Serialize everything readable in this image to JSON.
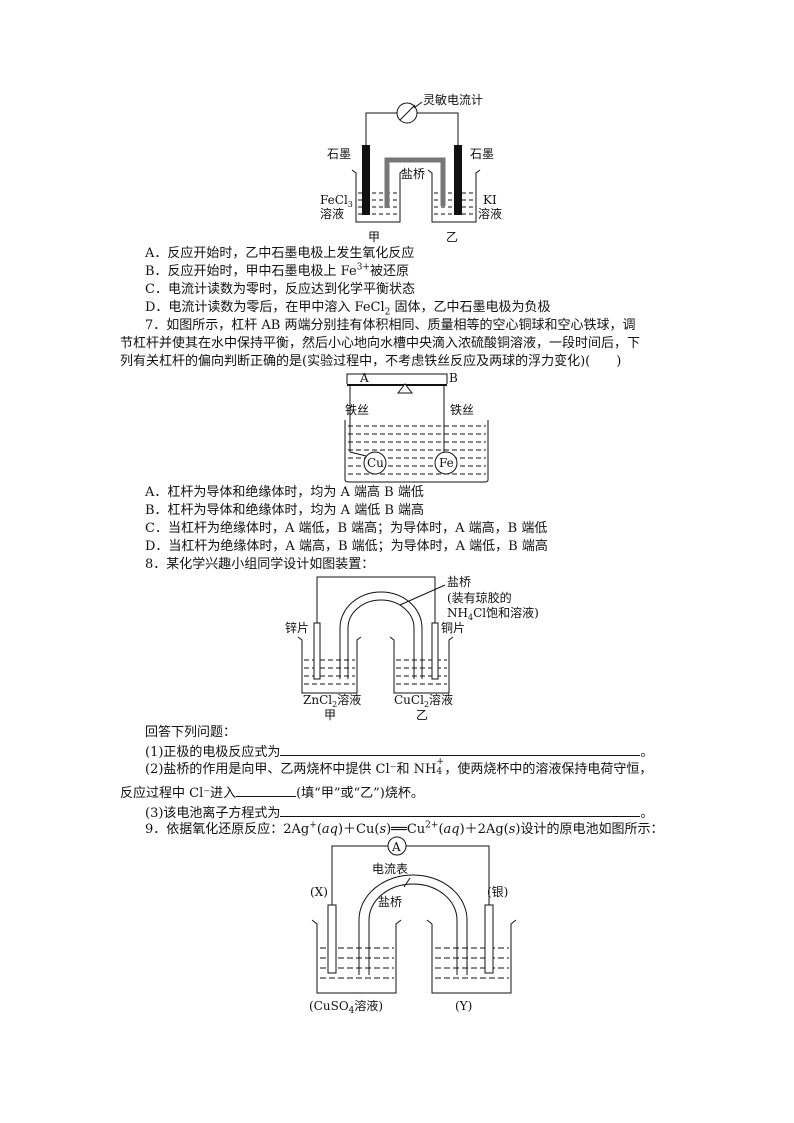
{
  "fig6": {
    "galvanometer": "灵敏电流计",
    "graphite_left": "石墨",
    "graphite_right": "石墨",
    "salt_bridge": "盐桥",
    "left_solution_formula": "FeCl",
    "left_solution_sub": "3",
    "left_solution_word": "溶液",
    "right_solution_formula": "KI",
    "right_solution_word": "溶液",
    "left_beaker": "甲",
    "right_beaker": "乙"
  },
  "q6": {
    "options": [
      {
        "text": "A．反应开始时，乙中石墨电极上发生氧化反应"
      },
      {
        "pre": "B．反应开始时，甲中石墨电极上 Fe",
        "sup": "3+",
        "post": "被还原"
      },
      {
        "text": "C．电流计读数为零时，反应达到化学平衡状态"
      },
      {
        "pre": "D．电流计读数为零后，在甲中溶入 FeCl",
        "sub": "2",
        "post": " 固体，乙中石墨电极为负极"
      }
    ]
  },
  "q7": {
    "line1": "7．如图所示，杠杆 AB 两端分别挂有体积相同、质量相等的空心铜球和空心铁球，调",
    "line2": "节杠杆并使其在水中保持平衡，然后小心地向水槽中央滴入浓硫酸铜溶液，一段时间后，下",
    "line3": "列有关杠杆的偏向判断正确的是(实验过程中，不考虑铁丝反应及两球的浮力变化)(　　)",
    "fig": {
      "a": "A",
      "b": "B",
      "wire_left": "铁丝",
      "wire_right": "铁丝",
      "ball_left": "Cu",
      "ball_right": "Fe"
    },
    "options": [
      "A．杠杆为导体和绝缘体时，均为 A 端高 B 端低",
      "B．杠杆为导体和绝缘体时，均为 A 端低 B 端高",
      "C．当杠杆为绝缘体时，A 端低，B 端高；为导体时，A 端高，B 端低",
      "D．当杠杆为绝缘体时，A 端高，B 端低；为导体时，A 端低，B 端高"
    ]
  },
  "q8": {
    "intro": "8．某化学兴趣小组同学设计如图装置：",
    "fig": {
      "salt_bridge": "盐桥",
      "note1": "(装有琼胶的",
      "note2_pre": "NH",
      "note2_sub": "4",
      "note2_post": "Cl饱和溶液)",
      "zinc": "锌片",
      "copper": "铜片",
      "left_sol_pre": "ZnCl",
      "left_sol_sub": "2",
      "left_sol_post": "溶液",
      "right_sol_pre": "CuCl",
      "right_sol_sub": "2",
      "right_sol_post": "溶液",
      "left_beaker": "甲",
      "right_beaker": "乙"
    },
    "answer_intro": "回答下列问题：",
    "p1": "(1)正极的电极反应式为",
    "end": "。",
    "p2a": "(2)盐桥的作用是向甲、乙两烧杯中提供 Cl⁻和 NH",
    "p2sup": "+",
    "p2sub": "4",
    "p2b": "，使两烧杯中的溶液保持电荷守恒，",
    "p2c": "反应过程中 Cl⁻进入",
    "p2d": "(填“甲”或“乙”)烧杯。",
    "p3": "(3)该电池离子方程式为"
  },
  "q9": {
    "pre": "9．依据氧化还原反应：2Ag",
    "sup1": "+",
    "m1": "(",
    "aq1": "aq",
    "m2": ")＋Cu(",
    "s1": "s",
    "m3": ")══Cu",
    "sup2": "2+",
    "m4": "(",
    "aq2": "aq",
    "m5": ")＋2Ag(",
    "s2": "s",
    "post": ")设计的原电池如图所示：",
    "fig": {
      "ammeter_symbol": "A",
      "ammeter": "电流表",
      "salt_bridge": "盐桥",
      "left_electrode": "(X)",
      "right_electrode": "(银)",
      "left_sol_pre": "(CuSO",
      "left_sol_sub": "4",
      "left_sol_post": "溶液)",
      "right_sol": "(Y)"
    }
  }
}
